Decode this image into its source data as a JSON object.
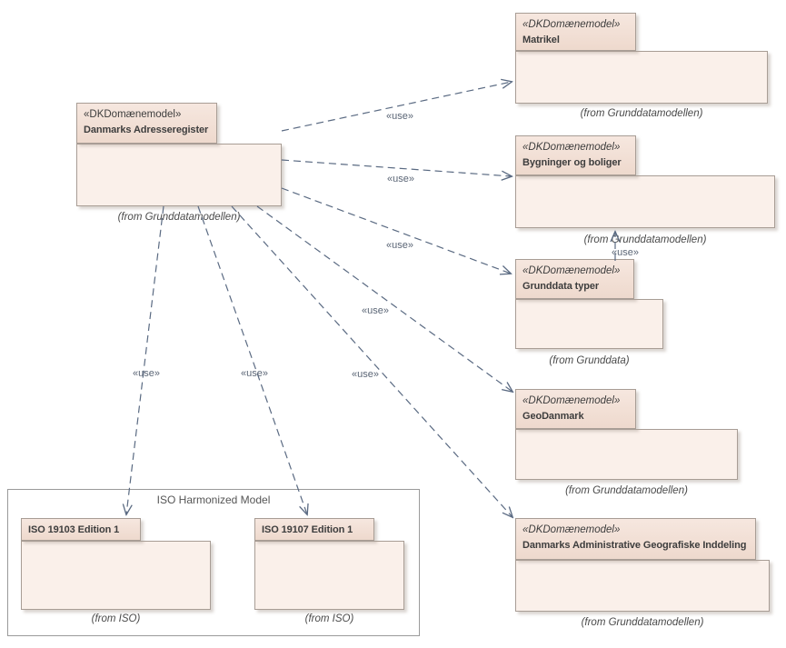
{
  "diagram": {
    "kind": "uml-package-dependency-diagram",
    "packages": [
      {
        "key": "danmarks-adresseregister",
        "stereotype": "«DKDomænemodel»",
        "name": "Danmarks Adresseregister",
        "caption": "(from Grunddatamodellen)"
      },
      {
        "key": "matrikel",
        "stereotype": "«DKDomænemodel»",
        "name": "Matrikel",
        "caption": "(from Grunddatamodellen)"
      },
      {
        "key": "bygninger-og-boliger",
        "stereotype": "«DKDomænemodel»",
        "name": "Bygninger og boliger",
        "caption": "(from Grunddatamodellen)"
      },
      {
        "key": "grunddata-typer",
        "stereotype": "«DKDomænemodel»",
        "name": "Grunddata typer",
        "caption": "(from Grunddata)"
      },
      {
        "key": "geodanmark",
        "stereotype": "«DKDomænemodel»",
        "name": "GeoDanmark",
        "caption": "(from Grunddatamodellen)"
      },
      {
        "key": "danmarks-administrative-geografiske-inddeling",
        "stereotype": "«DKDomænemodel»",
        "name": "Danmarks Administrative Geografiske Inddeling",
        "caption": "(from Grunddatamodellen)"
      },
      {
        "key": "iso-19103-edition-1",
        "name": "ISO 19103 Edition 1",
        "caption": "(from ISO)"
      },
      {
        "key": "iso-19107-edition-1",
        "name": "ISO 19107 Edition 1",
        "caption": "(from ISO)"
      }
    ],
    "boundary": {
      "label": "ISO Harmonized Model"
    },
    "edges": [
      {
        "label": "«use»",
        "from": "danmarks-adresseregister",
        "to": "matrikel"
      },
      {
        "label": "«use»",
        "from": "danmarks-adresseregister",
        "to": "bygninger-og-boliger"
      },
      {
        "label": "«use»",
        "from": "danmarks-adresseregister",
        "to": "grunddata-typer"
      },
      {
        "label": "«use»",
        "from": "danmarks-adresseregister",
        "to": "geodanmark"
      },
      {
        "label": "«use»",
        "from": "danmarks-adresseregister",
        "to": "danmarks-administrative-geografiske-inddeling"
      },
      {
        "label": "«use»",
        "from": "danmarks-adresseregister",
        "to": "iso-19103-edition-1"
      },
      {
        "label": "«use»",
        "from": "danmarks-adresseregister",
        "to": "iso-19107-edition-1"
      },
      {
        "label": "«use»",
        "from": "grunddata-typer",
        "to": "bygninger-og-boliger"
      }
    ],
    "colors": {
      "package_tab_top": "#f6e7df",
      "package_tab_bottom": "#eed9cd",
      "package_body": "#faf0ea",
      "package_border": "#a89d95",
      "arrow": "#5a6a82",
      "name_text": "#3d3d3d",
      "caption_text": "#4a4a4a",
      "use_label_text": "#5a6575",
      "boundary_border": "#9a9a9a"
    }
  }
}
